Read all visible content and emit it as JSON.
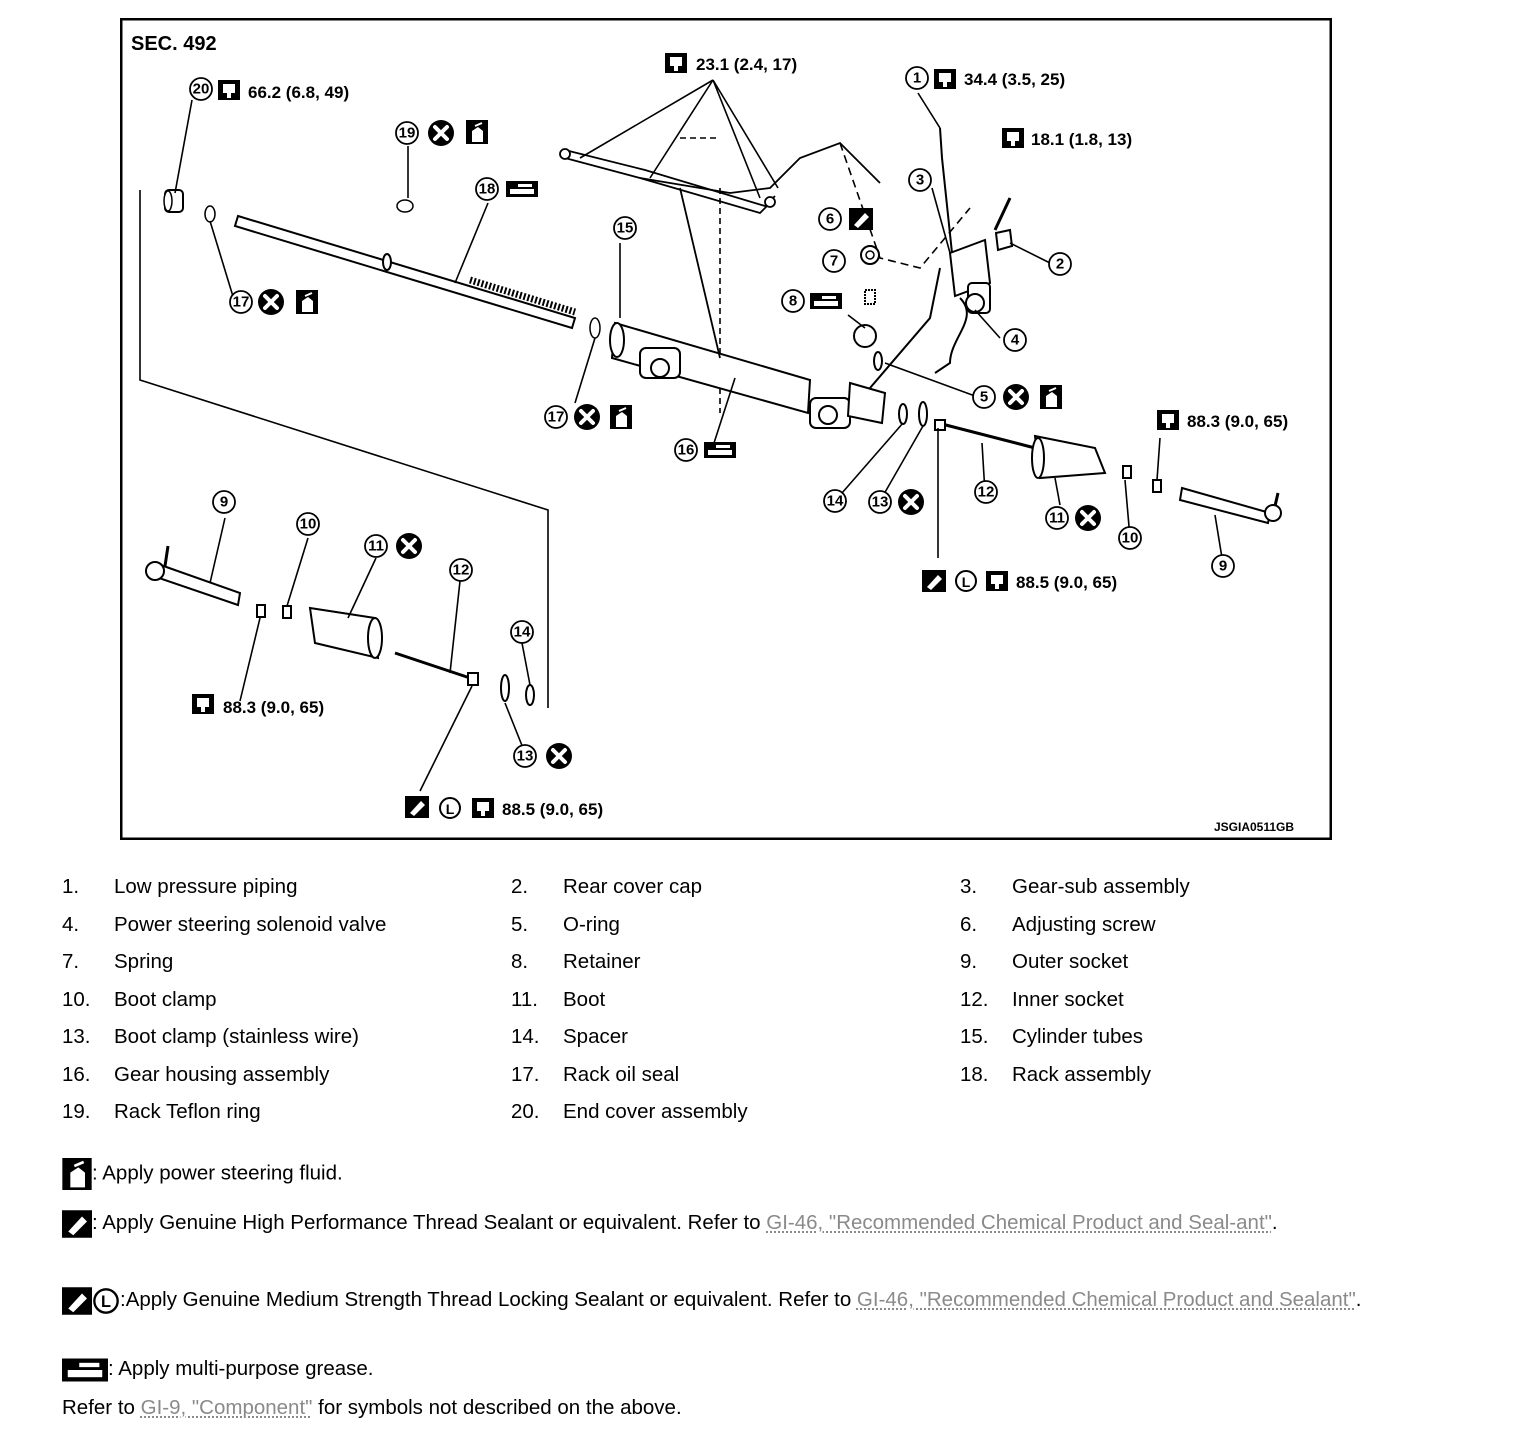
{
  "diagram": {
    "section": "SEC. 492",
    "code": "JSGIA0511GB",
    "torques": {
      "t20": "66.2 (6.8, 49)",
      "t_tubes": "23.1 (2.4, 17)",
      "t1": "34.4 (3.5, 25)",
      "t_bolt": "18.1 (1.8, 13)",
      "t_right_outer": "88.3 (9.0, 65)",
      "t_right_inner": "88.5 (9.0, 65)",
      "t_left_outer": "88.3 (9.0, 65)",
      "t_left_inner": "88.5 (9.0, 65)"
    },
    "callouts": {
      "c1": "1",
      "c2": "2",
      "c3": "3",
      "c4": "4",
      "c5": "5",
      "c6": "6",
      "c7": "7",
      "c8": "8",
      "c9": "9",
      "c10": "10",
      "c11": "11",
      "c12": "12",
      "c13": "13",
      "c14": "14",
      "c15": "15",
      "c16": "16",
      "c17": "17",
      "c18": "18",
      "c19": "19",
      "c20": "20"
    }
  },
  "parts": [
    {
      "num": "1.",
      "name": "Low pressure piping"
    },
    {
      "num": "2.",
      "name": "Rear cover cap"
    },
    {
      "num": "3.",
      "name": "Gear-sub assembly"
    },
    {
      "num": "4.",
      "name": "Power steering solenoid valve"
    },
    {
      "num": "5.",
      "name": "O-ring"
    },
    {
      "num": "6.",
      "name": "Adjusting screw"
    },
    {
      "num": "7.",
      "name": "Spring"
    },
    {
      "num": "8.",
      "name": "Retainer"
    },
    {
      "num": "9.",
      "name": "Outer socket"
    },
    {
      "num": "10.",
      "name": "Boot clamp"
    },
    {
      "num": "11.",
      "name": "Boot"
    },
    {
      "num": "12.",
      "name": "Inner socket"
    },
    {
      "num": "13.",
      "name": "Boot clamp (stainless wire)"
    },
    {
      "num": "14.",
      "name": "Spacer"
    },
    {
      "num": "15.",
      "name": "Cylinder tubes"
    },
    {
      "num": "16.",
      "name": "Gear housing assembly"
    },
    {
      "num": "17.",
      "name": "Rack oil seal"
    },
    {
      "num": "18.",
      "name": "Rack assembly"
    },
    {
      "num": "19.",
      "name": "Rack Teflon ring"
    },
    {
      "num": "20.",
      "name": "End cover assembly"
    }
  ],
  "notes": {
    "fluid": ": Apply power steering fluid.",
    "sealant_text": ": Apply Genuine High Performance Thread Sealant or equivalent. Refer to ",
    "sealant_link": "GI-46, \"Recommended Chemical Product and Seal-ant\"",
    "sealant_end": ".",
    "locking_text": ":Apply Genuine Medium Strength Thread Locking Sealant or equivalent. Refer to ",
    "locking_link": "GI-46, \"Recommended Chemical Product and Sealant\"",
    "locking_end": ".",
    "grease": ": Apply multi-purpose grease.",
    "refer_prefix": "Refer to ",
    "refer_link": "GI-9, \"Component\"",
    "refer_suffix": " for symbols not described on the above."
  }
}
